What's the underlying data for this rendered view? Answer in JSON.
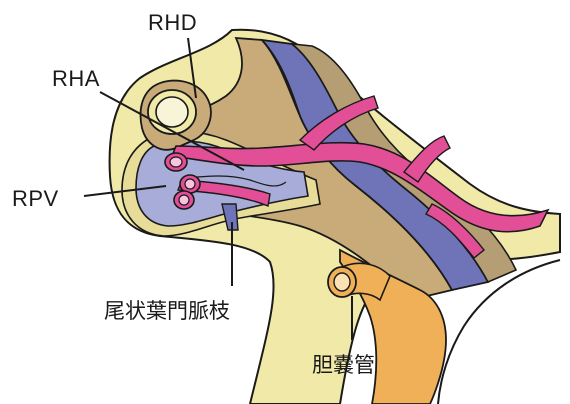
{
  "labels": {
    "rhd": "RHD",
    "rha": "RHA",
    "rpv": "RPV",
    "caudate_portal_branch": "尾状葉門脈枝",
    "cystic_duct": "胆嚢管"
  },
  "colors": {
    "outer_sheath": "#f1e9a8",
    "inner_sheath": "#e7dd98",
    "duct_tan": "#c8ab78",
    "portal_blue": "#6f74b8",
    "portal_light": "#a8acd8",
    "artery_pink": "#e24f97",
    "tan_shade": "#b59d74",
    "gallbladder_orange": "#f0b057",
    "outline": "#1a1a1a"
  }
}
